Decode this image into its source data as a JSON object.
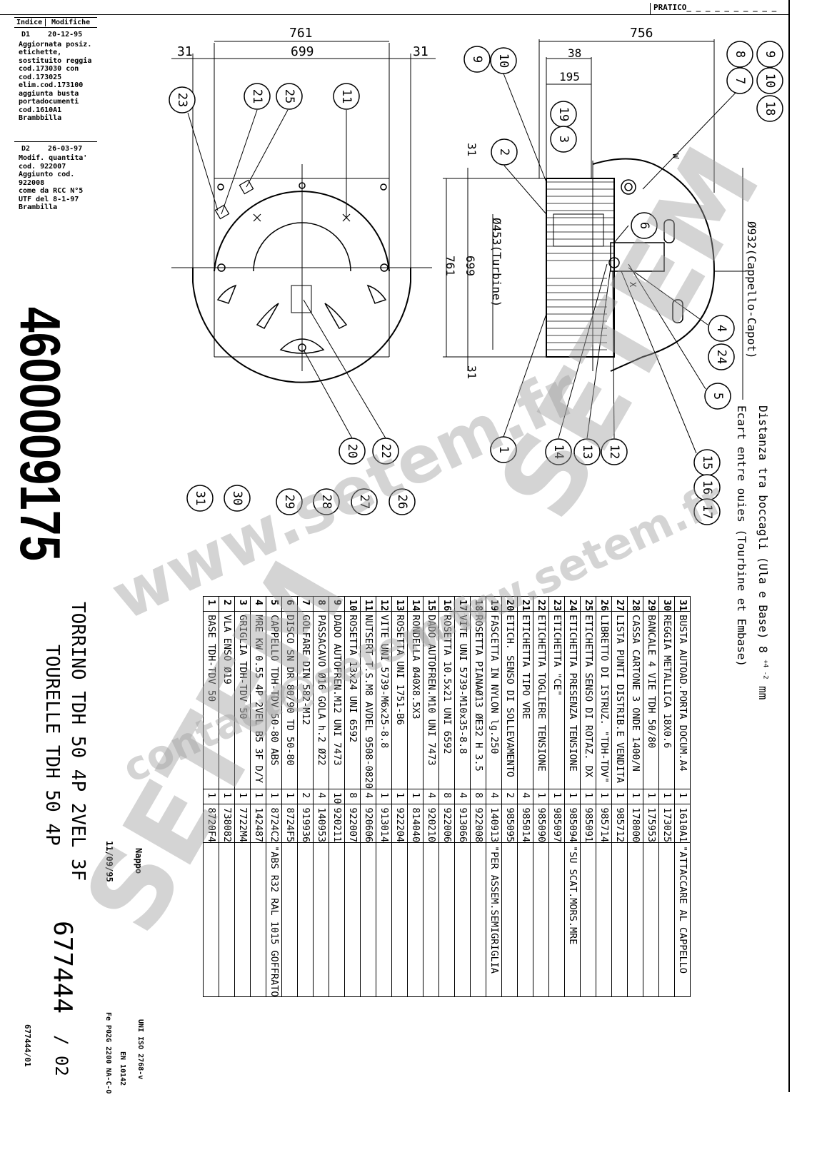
{
  "header": {
    "pratico_label": "PRATICO_ _ _ _ _ _ _ _ _ _"
  },
  "revisions": {
    "index_label": "Indice",
    "changes_label": "Modifiche",
    "entries": [
      {
        "index": "D1",
        "date": "20-12-95",
        "text": "Aggiornata posiz.\netichette,\nsostituito reggia\ncod.173030 con\ncod.173025\nelim.cod.173100\naggiunta busta\nportadocumenti\ncod.1610A1\nBrambbilla"
      },
      {
        "index": "D2",
        "date": "26-03-97",
        "text": "Modif. quantita'\ncod. 922007\nAggiunto cod.\n922008\ncome da RCC N°5\nUTF del 8-1-97\nBrambilla"
      }
    ]
  },
  "drawing": {
    "dims_top_left": {
      "overall": "761",
      "inner": "699",
      "left_margin": "31",
      "right_margin": "31"
    },
    "dims_top_right": {
      "overall": "756",
      "d38": "38",
      "d195": "195"
    },
    "dims_side": {
      "top_margin": "31",
      "turbine": "Ø453(Turbine)",
      "inner": "699",
      "overall": "761",
      "bottom_margin": "31"
    },
    "hood_diameter": "Ø932(Cappello-Capot)",
    "view_marks": {
      "w": "W",
      "x": "X"
    },
    "note_it": "Distanza tra boccagli (Ula e Base) 8",
    "note_tolerance": "+4 -2",
    "note_unit": "mm",
    "note_fr": "Ecart entre ouies (Tourbine et Embase)",
    "balloons": [
      "23",
      "21",
      "25",
      "11",
      "20",
      "22",
      "26",
      "27",
      "28",
      "29",
      "30",
      "31",
      "9",
      "10",
      "19",
      "3",
      "2",
      "6",
      "4",
      "24",
      "5",
      "1",
      "14",
      "13",
      "12",
      "15",
      "16",
      "17",
      "8",
      "7",
      "9",
      "10",
      "18"
    ]
  },
  "parts": {
    "rows": [
      {
        "n": "31",
        "desc": "BUSTA AUTOAD.PORTA DOCUM.A4",
        "qty": "1",
        "code": "1610A1",
        "note": "\"ATTACCARE AL CAPPELLO"
      },
      {
        "n": "30",
        "desc": "REGGIA METALLICA 18X0.6",
        "qty": "1",
        "code": "173025",
        "note": ""
      },
      {
        "n": "29",
        "desc": "BANCALE 4 VIE TDH 50/80",
        "qty": "1",
        "code": "175953",
        "note": ""
      },
      {
        "n": "28",
        "desc": "CASSA CARTONE 3 ONDE 1400/N",
        "qty": "1",
        "code": "178000",
        "note": ""
      },
      {
        "n": "27",
        "desc": "LISTA PUNTI DISTRIB.E VENDITA",
        "qty": "1",
        "code": "985712",
        "note": ""
      },
      {
        "n": "26",
        "desc": "LIBRETTO DI ISTRUZ. \"TDH-TDV\"",
        "qty": "1",
        "code": "985714",
        "note": ""
      },
      {
        "n": "25",
        "desc": "ETICHETTA SENSO DI ROTAZ. DX",
        "qty": "1",
        "code": "985091",
        "note": ""
      },
      {
        "n": "24",
        "desc": "ETICHETTA PRESENZA TENSIONE",
        "qty": "1",
        "code": "985094",
        "note": "\"SU SCAT.MORS.MRE"
      },
      {
        "n": "23",
        "desc": "ETICHETTA \"CE\"",
        "qty": "1",
        "code": "985097",
        "note": ""
      },
      {
        "n": "22",
        "desc": "ETICHETTA TOGLIERE TENSIONE",
        "qty": "1",
        "code": "985090",
        "note": ""
      },
      {
        "n": "21",
        "desc": "ETICHETTA TIPO VRE",
        "qty": "4",
        "code": "985014",
        "note": ""
      },
      {
        "n": "20",
        "desc": "ETICH. SENSO DI SOLLEVAMENTO",
        "qty": "2",
        "code": "985095",
        "note": ""
      },
      {
        "n": "19",
        "desc": "FASCETTA IN NYLON lg.250",
        "qty": "4",
        "code": "140913",
        "note": "\"PER ASSEM.SEMIGRIGLIA"
      },
      {
        "n": "18",
        "desc": "ROSETTA PIANAØ13 ØE32 H 3.5",
        "qty": "8",
        "code": "922008",
        "note": ""
      },
      {
        "n": "17",
        "desc": "VITE UNI 5739-M10x35-8.8",
        "qty": "4",
        "code": "913066",
        "note": ""
      },
      {
        "n": "16",
        "desc": "ROSETTA 10.5x21 UNI 6592",
        "qty": "8",
        "code": "922006",
        "note": ""
      },
      {
        "n": "15",
        "desc": "DADO AUTOFREN.M10 UNI 7473",
        "qty": "4",
        "code": "920210",
        "note": ""
      },
      {
        "n": "14",
        "desc": "RONDELLA Ø40X8.5X3",
        "qty": "1",
        "code": "814040",
        "note": ""
      },
      {
        "n": "13",
        "desc": "ROSETTA UNI 1751-B6",
        "qty": "1",
        "code": "922204",
        "note": ""
      },
      {
        "n": "12",
        "desc": "VITE UNI 5739-M6x25-8.8",
        "qty": "1",
        "code": "913014",
        "note": ""
      },
      {
        "n": "11",
        "desc": "NUTSERT T.S.M8 AVDEL 9508-0820",
        "qty": "4",
        "code": "920606",
        "note": ""
      },
      {
        "n": "10",
        "desc": "ROSETTA 13x24 UNI 6592",
        "qty": "8",
        "code": "922007",
        "note": ""
      },
      {
        "n": "9",
        "desc": "DADO AUTOFREN.M12 UNI 7473",
        "qty": "10",
        "code": "920211",
        "note": ""
      },
      {
        "n": "8",
        "desc": "PASSACAVO Ø16 GOLA h.2 Ø22",
        "qty": "4",
        "code": "140953",
        "note": ""
      },
      {
        "n": "7",
        "desc": "GOLFARE DIN 582-M12",
        "qty": "2",
        "code": "919936",
        "note": ""
      },
      {
        "n": "6",
        "desc": "DISCO SN DR 80/90 TD 50-80",
        "qty": "1",
        "code": "8724F5",
        "note": ""
      },
      {
        "n": "5",
        "desc": "CAPPELLO TDH-TDV 50-80 ABS",
        "qty": "1",
        "code": "8724C2",
        "note": "\"ABS R32 RAL 1015 GOFFRATO"
      },
      {
        "n": "4",
        "desc": "MRE KW 0.55 4P 2VEL B5 3F D/Y",
        "qty": "1",
        "code": "142487",
        "note": ""
      },
      {
        "n": "3",
        "desc": "GRIGLIA TDH-TDV 50",
        "qty": "1",
        "code": "7722M4",
        "note": ""
      },
      {
        "n": "2",
        "desc": "VLA ENSO Ø19",
        "qty": "1",
        "code": "738082",
        "note": ""
      },
      {
        "n": "1",
        "desc": "BASE TDH-TDV 50",
        "qty": "1",
        "code": "8720F4",
        "note": ""
      }
    ]
  },
  "title_block": {
    "code": "4600009175",
    "title_it": "TORRINO TDH 50 4P 2VEL 3F",
    "title_fr": "TOURELLE TDH 50 4P",
    "author": "Nappo",
    "date": "11/09/95",
    "drawing_number": "677444",
    "sheet": "/ 02",
    "tolerance_std": "UNI ISO 2768-v",
    "material_std": "EN 10142",
    "material": "Fe P02G 2200 NA-C-O",
    "ref": "677444/01"
  },
  "watermark": {
    "brand": "SETEM",
    "url": "www.setem.fr",
    "mail": "contact@setem.fr"
  }
}
